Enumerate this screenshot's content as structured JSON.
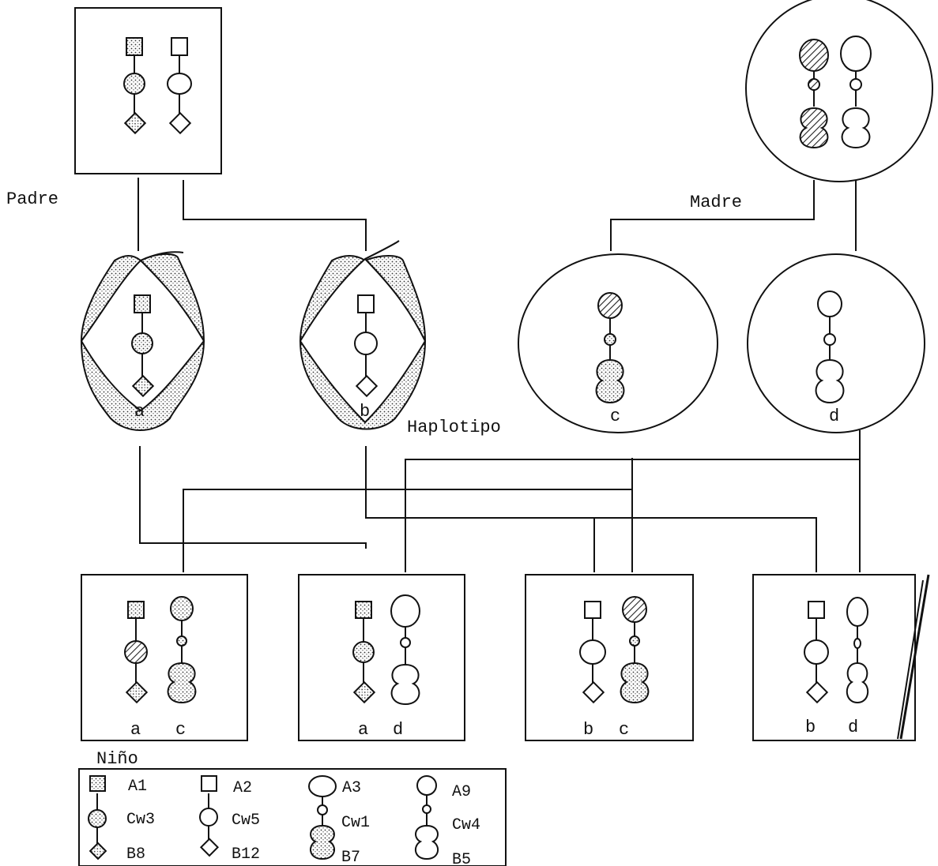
{
  "labels": {
    "father": "Padre",
    "mother": "Madre",
    "haplotype": "Haplotipo",
    "child": "Niño"
  },
  "haplotypes": {
    "a": "a",
    "b": "b",
    "c": "c",
    "d": "d"
  },
  "children": [
    {
      "left": "a",
      "right": "c"
    },
    {
      "left": "a",
      "right": "d"
    },
    {
      "left": "b",
      "right": "c"
    },
    {
      "left": "b",
      "right": "d"
    }
  ],
  "legend": [
    {
      "top": "A1",
      "mid": "Cw3",
      "bottom": "B8"
    },
    {
      "top": "A2",
      "mid": "Cw5",
      "bottom": "B12"
    },
    {
      "top": "A3",
      "mid": "Cw1",
      "bottom": "B7"
    },
    {
      "top": "A9",
      "mid": "Cw4",
      "bottom": "B5"
    }
  ],
  "colors": {
    "ink": "#111111",
    "paper": "#ffffff"
  }
}
